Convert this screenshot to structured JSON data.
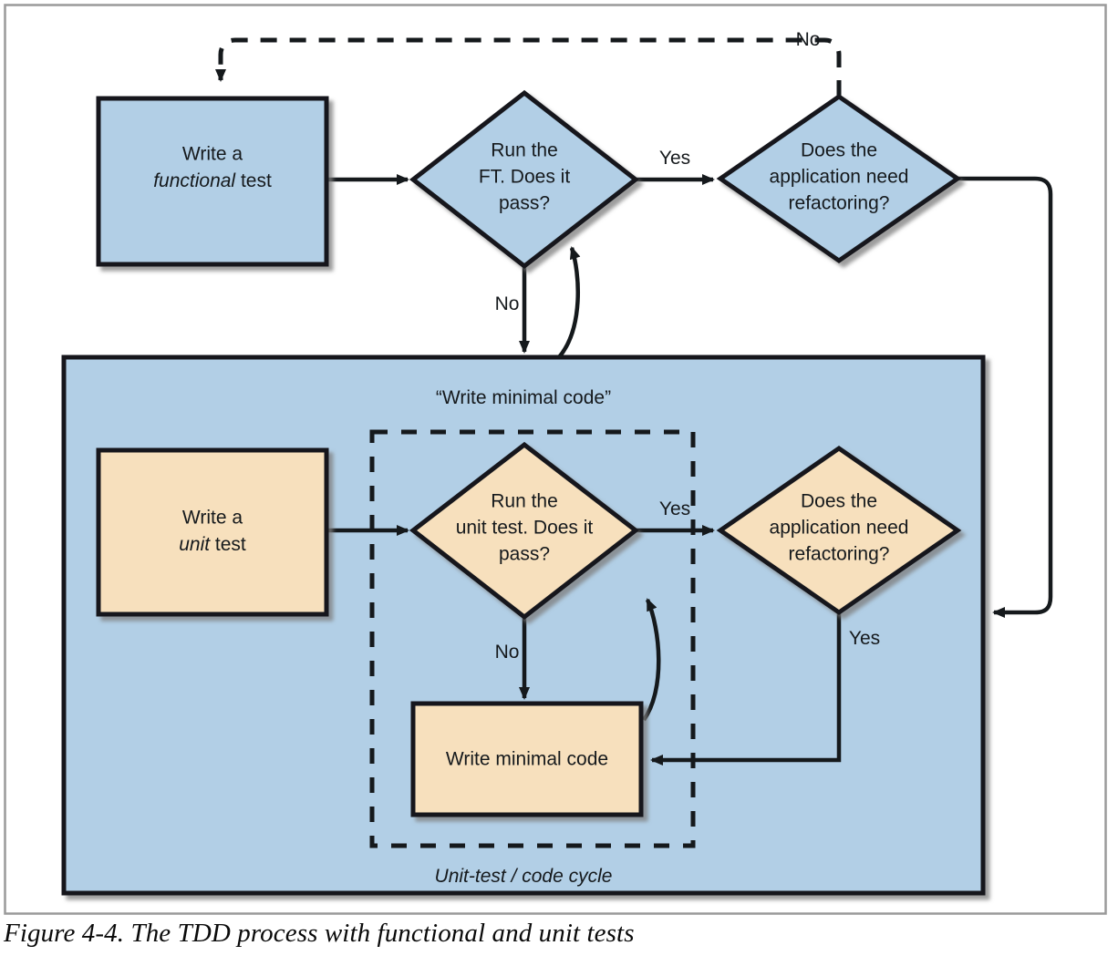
{
  "figure": {
    "caption": "Figure 4-4. The TDD process with functional and unit tests",
    "colors": {
      "functional_fill": "#b2cfe6",
      "unit_fill": "#f7e0bd",
      "stroke": "#15191c",
      "frame": "#9a9a9a",
      "background": "#ffffff"
    }
  },
  "outer_flow": {
    "write_functional_test": "Write a\nfunctional test",
    "write_functional_test_line1": "Write a",
    "write_functional_test_line2_italic": "functional",
    "write_functional_test_line2_rest": " test",
    "run_ft_line1": "Run the",
    "run_ft_line2": "FT. Does it",
    "run_ft_line3": "pass?",
    "refactor_line1": "Does the",
    "refactor_line2": "application need",
    "refactor_line3": "refactoring?",
    "edge_ft_yes": "Yes",
    "edge_ft_no": "No",
    "edge_refactor_no": "No"
  },
  "inner_container": {
    "title": "“Write minimal code”",
    "dashed_subtitle": "Unit-test / code cycle",
    "write_unit_test_line1": "Write a",
    "write_unit_test_line2_italic": "unit",
    "write_unit_test_line2_rest": " test",
    "run_ut_line1": "Run the",
    "run_ut_line2": "unit test. Does it",
    "run_ut_line3": "pass?",
    "refactor_line1": "Does the",
    "refactor_line2": "application need",
    "refactor_line3": "refactoring?",
    "write_minimal_code": "Write minimal code",
    "edge_ut_yes": "Yes",
    "edge_ut_no": "No",
    "edge_refactor_yes": "Yes"
  }
}
